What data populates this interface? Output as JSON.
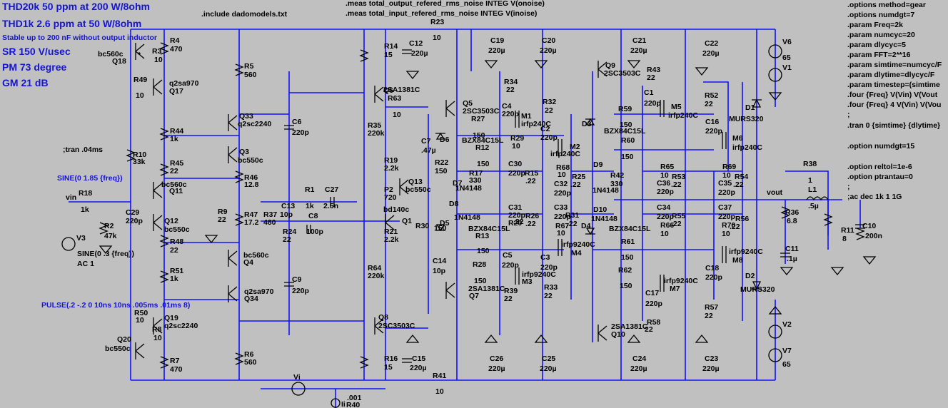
{
  "header": {
    "spec_lines": [
      "THD20k 50 ppm at 200 W/8ohm",
      "THD1k 2.6 ppm at 50 W/8ohm"
    ],
    "stable_note": "Stable up to 200 nF without output inductor",
    "spec_lines2": [
      "SR 150 V/usec",
      "PM  73 degree",
      "GM  21 dB"
    ]
  },
  "top_directives": [
    ".include dadomodels.txt",
    ".meas total_output_refered_rms_noise INTEG V(onoise)",
    ".meas total_input_refered_rms_noise INTEG V(inoise)"
  ],
  "tran_comment": ";tran .04ms",
  "sources": {
    "sine1": "SINE(0 1.85 {freq})",
    "sine2": "SINE(0 .3 {freq})",
    "ac": "AC 1",
    "pulse": "PULSE(.2 -.2 0 10ns 10ns .005ms .01ms 8)",
    "vin": "vin",
    "vout": "vout",
    "vi": "Vi",
    "ii": "Ii"
  },
  "right_directives": [
    ".options method=gear",
    ".options numdgt=7",
    ".param Freq=2k",
    ".param numcyc=20",
    ".param dlycyc=5",
    ".param FFT=2**16",
    ".param simtime=numcyc/F",
    ".param dlytime=dlycyc/F",
    ".param timestep=(simtime",
    ".four {Freq} V(Vin) V(Vout",
    ".four {Freq} 4 V(Vin) V(Vou",
    ";",
    ".tran 0 {simtime} {dlytime}",
    "",
    ".option numdgt=15",
    "",
    ".option reltol=1e-6",
    ".option ptrantau=0",
    ";",
    ";ac dec 1k 1 1G"
  ],
  "components": [
    {
      "ref": "R4",
      "val": "470"
    },
    {
      "ref": "R3",
      "val": "10"
    },
    {
      "ref": "R49",
      "val": "10"
    },
    {
      "ref": "Q18",
      "val": "bc560c"
    },
    {
      "ref": "Q17",
      "val": "q2sa970"
    },
    {
      "ref": "R5",
      "val": "560"
    },
    {
      "ref": "R14",
      "val": "15"
    },
    {
      "ref": "C12",
      "val": "220µ"
    },
    {
      "ref": "R23",
      "val": "10"
    },
    {
      "ref": "C19",
      "val": "220µ"
    },
    {
      "ref": "C20",
      "val": "220µ"
    },
    {
      "ref": "C21",
      "val": "220µ"
    },
    {
      "ref": "C22",
      "val": "220µ"
    },
    {
      "ref": "V6",
      "val": "65"
    },
    {
      "ref": "V1",
      "val": ""
    },
    {
      "ref": "Q33",
      "val": "q2sc2240"
    },
    {
      "ref": "C6",
      "val": "220p"
    },
    {
      "ref": "R44",
      "val": "1k"
    },
    {
      "ref": "R45",
      "val": "22"
    },
    {
      "ref": "Q3",
      "val": "bc550c"
    },
    {
      "ref": "R46",
      "val": "12.8"
    },
    {
      "ref": "R10",
      "val": "33k"
    },
    {
      "ref": "Q11",
      "val": "bc560c"
    },
    {
      "ref": "R18",
      "val": "1k"
    },
    {
      "ref": "R2",
      "val": "47k"
    },
    {
      "ref": "C29",
      "val": "220p"
    },
    {
      "ref": "R9",
      "val": "22"
    },
    {
      "ref": "R47",
      "val": "17.2"
    },
    {
      "ref": "R37",
      "val": "480"
    },
    {
      "ref": "C13",
      "val": "10p"
    },
    {
      "ref": "R1",
      "val": "1k"
    },
    {
      "ref": "C27",
      "val": "2.5n"
    },
    {
      "ref": "C8",
      "val": "100p"
    },
    {
      "ref": "R24",
      "val": "22"
    },
    {
      "ref": "Q12",
      "val": "bc550c"
    },
    {
      "ref": "R48",
      "val": "22"
    },
    {
      "ref": "V3",
      "val": ""
    },
    {
      "ref": "Q4",
      "val": "bc560c"
    },
    {
      "ref": "R51",
      "val": "1k"
    },
    {
      "ref": "C9",
      "val": "220p"
    },
    {
      "ref": "Q34",
      "val": "q2sa970"
    },
    {
      "ref": "R50",
      "val": "10"
    },
    {
      "ref": "Q19",
      "val": "q2sc2240"
    },
    {
      "ref": "R8",
      "val": "10"
    },
    {
      "ref": "Q20",
      "val": "bc550c"
    },
    {
      "ref": "R7",
      "val": "470"
    },
    {
      "ref": "R6",
      "val": "560"
    },
    {
      "ref": "R63",
      "val": "10"
    },
    {
      "ref": "Q6",
      "val": "2SA1381C"
    },
    {
      "ref": "R35",
      "val": "220k"
    },
    {
      "ref": "R19",
      "val": "2.2k"
    },
    {
      "ref": "P2",
      "val": "720"
    },
    {
      "ref": "Q13",
      "val": "bc550c"
    },
    {
      "ref": "Q1",
      "val": "bd140c"
    },
    {
      "ref": "R21",
      "val": "2.2k"
    },
    {
      "ref": "R64",
      "val": "220k"
    },
    {
      "ref": "Q8",
      "val": "2SC3503C"
    },
    {
      "ref": "R16",
      "val": "15"
    },
    {
      "ref": "C15",
      "val": "220µ"
    },
    {
      "ref": "R41",
      "val": "10"
    },
    {
      "ref": "R40",
      "val": ".001"
    },
    {
      "ref": "Q5",
      "val": "2SC3503C"
    },
    {
      "ref": "C4",
      "val": "220p"
    },
    {
      "ref": "R34",
      "val": "22"
    },
    {
      "ref": "M1",
      "val": "irfp240C"
    },
    {
      "ref": "R27",
      "val": "150"
    },
    {
      "ref": "C7",
      "val": ".47µ"
    },
    {
      "ref": "D6",
      "val": "BZX84C15L"
    },
    {
      "ref": "R29",
      "val": "10"
    },
    {
      "ref": "C2",
      "val": "220p"
    },
    {
      "ref": "R32",
      "val": "22"
    },
    {
      "ref": "R12",
      "val": "150"
    },
    {
      "ref": "R22",
      "val": "150"
    },
    {
      "ref": "R17",
      "val": "330"
    },
    {
      "ref": "D7",
      "val": "1N4148"
    },
    {
      "ref": "C30",
      "val": "220p"
    },
    {
      "ref": "R15",
      "val": ".22"
    },
    {
      "ref": "M2",
      "val": "irfp240C"
    },
    {
      "ref": "R68",
      "val": "10"
    },
    {
      "ref": "R25",
      "val": ".22"
    },
    {
      "ref": "C32",
      "val": "220p"
    },
    {
      "ref": "D8",
      "val": "1N4148"
    },
    {
      "ref": "C31",
      "val": "220p"
    },
    {
      "ref": "R26",
      "val": ".22"
    },
    {
      "ref": "R20",
      "val": ".22"
    },
    {
      "ref": "C33",
      "val": "220p"
    },
    {
      "ref": "R31",
      "val": ".22"
    },
    {
      "ref": "R30",
      "val": "150"
    },
    {
      "ref": "D5",
      "val": "BZX84C15L"
    },
    {
      "ref": "R13",
      "val": "150"
    },
    {
      "ref": "R67",
      "val": "10"
    },
    {
      "ref": "M4",
      "val": "irfp9240C"
    },
    {
      "ref": "C5",
      "val": "220p"
    },
    {
      "ref": "C14",
      "val": "10p"
    },
    {
      "ref": "R28",
      "val": "150"
    },
    {
      "ref": "M3",
      "val": "irfp9240C"
    },
    {
      "ref": "C3",
      "val": "220p"
    },
    {
      "ref": "Q7",
      "val": "2SA1381C"
    },
    {
      "ref": "R39",
      "val": "22"
    },
    {
      "ref": "R33",
      "val": "22"
    },
    {
      "ref": "C26",
      "val": "220µ"
    },
    {
      "ref": "C25",
      "val": "220µ"
    },
    {
      "ref": "Q9",
      "val": "2SC3503C"
    },
    {
      "ref": "R43",
      "val": "22"
    },
    {
      "ref": "C1",
      "val": "220p"
    },
    {
      "ref": "M5",
      "val": "irfp240C"
    },
    {
      "ref": "R59",
      "val": "150"
    },
    {
      "ref": "D3",
      "val": "BZX84C15L"
    },
    {
      "ref": "R60",
      "val": "150"
    },
    {
      "ref": "D9",
      "val": "1N4148"
    },
    {
      "ref": "R42",
      "val": "330"
    },
    {
      "ref": "D10",
      "val": "1N4148"
    },
    {
      "ref": "D4",
      "val": "BZX84C15L"
    },
    {
      "ref": "R61",
      "val": "150"
    },
    {
      "ref": "R62",
      "val": "150"
    },
    {
      "ref": "M7",
      "val": "irfp9240C"
    },
    {
      "ref": "C17",
      "val": "220p"
    },
    {
      "ref": "Q10",
      "val": "2SA1381C"
    },
    {
      "ref": "R58",
      "val": "22"
    },
    {
      "ref": "C24",
      "val": "220µ"
    },
    {
      "ref": "C23",
      "val": "220µ"
    },
    {
      "ref": "R52",
      "val": "22"
    },
    {
      "ref": "C16",
      "val": "220p"
    },
    {
      "ref": "M6",
      "val": "irfp240C"
    },
    {
      "ref": "D1",
      "val": "MURS320"
    },
    {
      "ref": "R65",
      "val": "10"
    },
    {
      "ref": "R53",
      "val": ".22"
    },
    {
      "ref": "C36",
      "val": "220p"
    },
    {
      "ref": "C34",
      "val": "220p"
    },
    {
      "ref": "R55",
      "val": ".22"
    },
    {
      "ref": "R66",
      "val": "10"
    },
    {
      "ref": "R69",
      "val": "10"
    },
    {
      "ref": "R54",
      "val": ".22"
    },
    {
      "ref": "C35",
      "val": "220p"
    },
    {
      "ref": "C37",
      "val": "220p"
    },
    {
      "ref": "R56",
      "val": ".22"
    },
    {
      "ref": "R70",
      "val": "10"
    },
    {
      "ref": "M8",
      "val": "irfp9240C"
    },
    {
      "ref": "C18",
      "val": "220p"
    },
    {
      "ref": "R57",
      "val": "22"
    },
    {
      "ref": "D2",
      "val": "MURS320"
    },
    {
      "ref": "V2",
      "val": ""
    },
    {
      "ref": "V7",
      "val": "65"
    },
    {
      "ref": "R38",
      "val": "1"
    },
    {
      "ref": "L1",
      "val": ".5µ"
    },
    {
      "ref": "R36",
      "val": "6.8"
    },
    {
      "ref": "C11",
      "val": ".1µ"
    },
    {
      "ref": "R11",
      "val": "8"
    },
    {
      "ref": "C10",
      "val": "200n"
    }
  ]
}
